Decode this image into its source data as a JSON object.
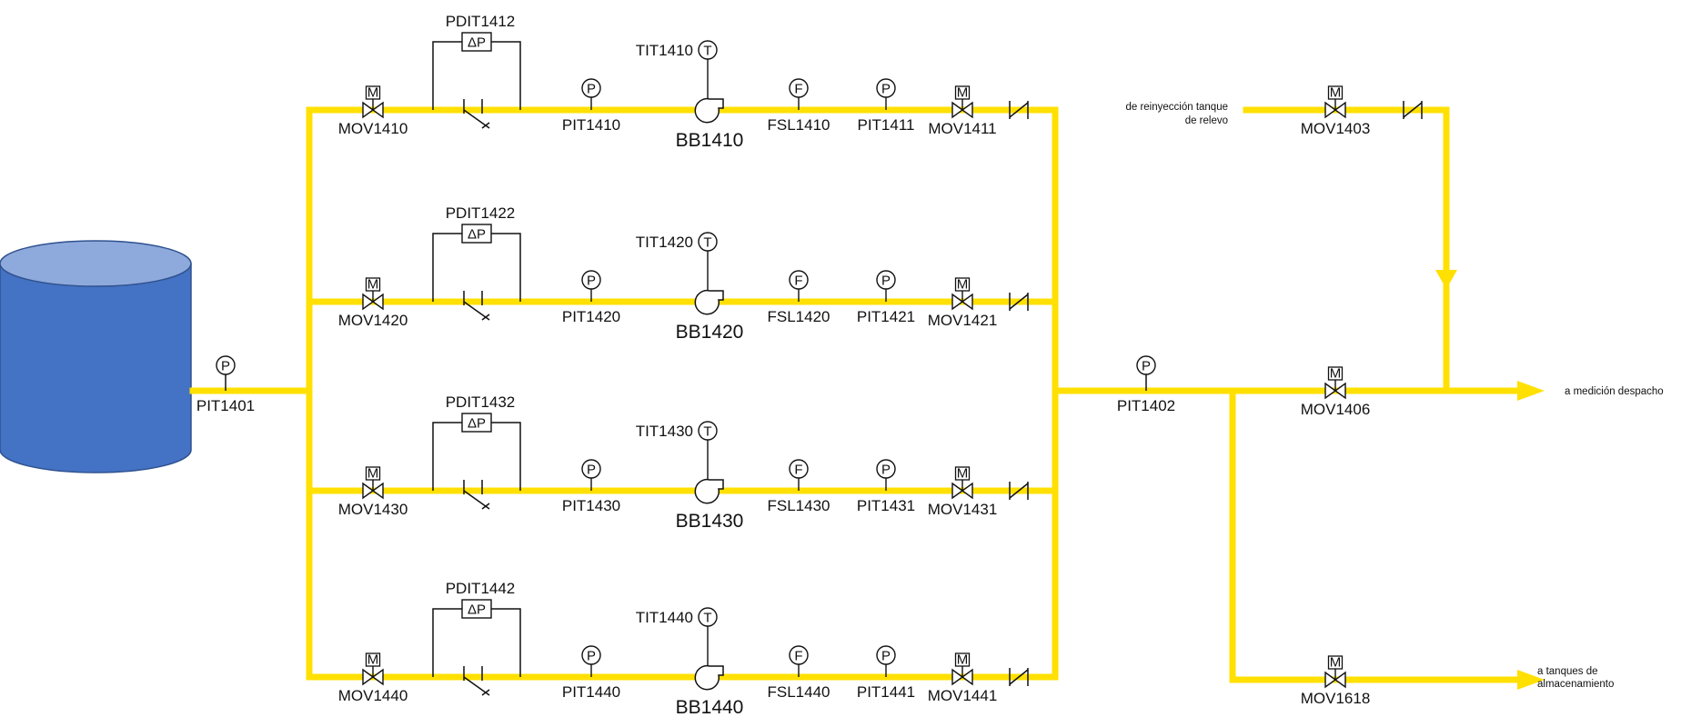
{
  "diagram": {
    "colors": {
      "pipe": "#FFE000",
      "tank_body": "#4472C4",
      "tank_top": "#8EA9DB",
      "tank_stroke": "#2F528F",
      "line": "#111111",
      "background": "#FFFFFF"
    },
    "tank": {
      "icon": "storage-tank-cylinder"
    },
    "header": {
      "suction_pit": "PIT1401",
      "discharge_pit": "PIT1402"
    },
    "trains": [
      {
        "mov_in": "MOV1410",
        "pdit": "PDIT1412",
        "pit_in": "PIT1410",
        "tit": "TIT1410",
        "pump": "BB1410",
        "fsl": "FSL1410",
        "pit_out": "PIT1411",
        "mov_out": "MOV1411"
      },
      {
        "mov_in": "MOV1420",
        "pdit": "PDIT1422",
        "pit_in": "PIT1420",
        "tit": "TIT1420",
        "pump": "BB1420",
        "fsl": "FSL1420",
        "pit_out": "PIT1421",
        "mov_out": "MOV1421"
      },
      {
        "mov_in": "MOV1430",
        "pdit": "PDIT1432",
        "pit_in": "PIT1430",
        "tit": "TIT1430",
        "pump": "BB1430",
        "fsl": "FSL1430",
        "pit_out": "PIT1431",
        "mov_out": "MOV1431"
      },
      {
        "mov_in": "MOV1440",
        "pdit": "PDIT1442",
        "pit_in": "PIT1440",
        "tit": "TIT1440",
        "pump": "BB1440",
        "fsl": "FSL1440",
        "pit_out": "PIT1441",
        "mov_out": "MOV1441"
      }
    ],
    "reinjection": {
      "source_line1": "de reinyección tanque",
      "source_line2": "de relevo",
      "valve": "MOV1403"
    },
    "dispatch": {
      "valve": "MOV1406",
      "destination": "a medición despacho"
    },
    "storage": {
      "valve": "MOV1618",
      "destination_line1": "a tanques de",
      "destination_line2": "almacenamiento"
    },
    "symbols": {
      "pressure": "P",
      "temperature": "T",
      "flow": "F",
      "motor": "M",
      "delta_p": "ΔP"
    }
  }
}
